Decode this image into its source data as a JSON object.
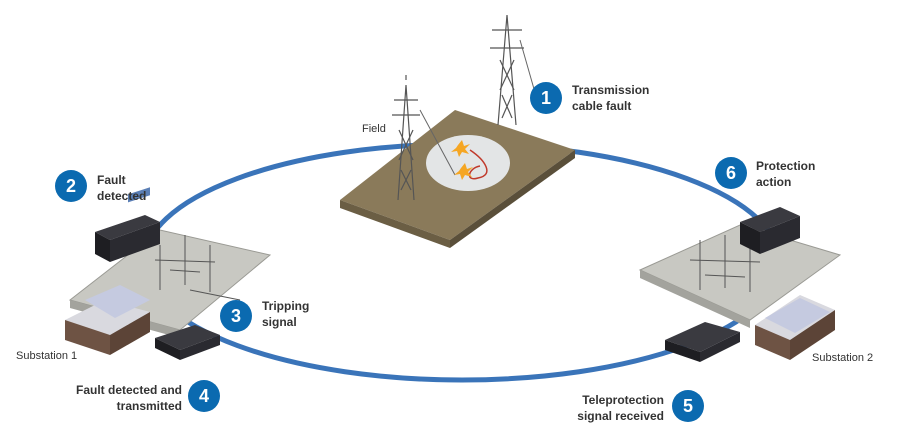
{
  "colors": {
    "badge": "#0b6ab0",
    "ring": "#2f6db5",
    "field_ground": "#8a7a5a",
    "substation_ground": "#c8c8c2",
    "device": "#1e1e22"
  },
  "site_labels": {
    "field": "Field",
    "substation_1": "Substation 1",
    "substation_2": "Substation 2"
  },
  "steps": [
    {
      "number": "1",
      "line1": "Transmission",
      "line2": "cable fault"
    },
    {
      "number": "2",
      "line1": "Fault",
      "line2": "detected"
    },
    {
      "number": "3",
      "line1": "Tripping",
      "line2": "signal"
    },
    {
      "number": "4",
      "line1": "Fault detected and",
      "line2": "transmitted"
    },
    {
      "number": "5",
      "line1": "Teleprotection",
      "line2": "signal received"
    },
    {
      "number": "6",
      "line1": "Protection",
      "line2": "action"
    }
  ],
  "icons": [
    "transmission-tower-icon",
    "fault-spark-icon",
    "protection-relay-icon",
    "communication-device-icon",
    "substation-icon"
  ]
}
